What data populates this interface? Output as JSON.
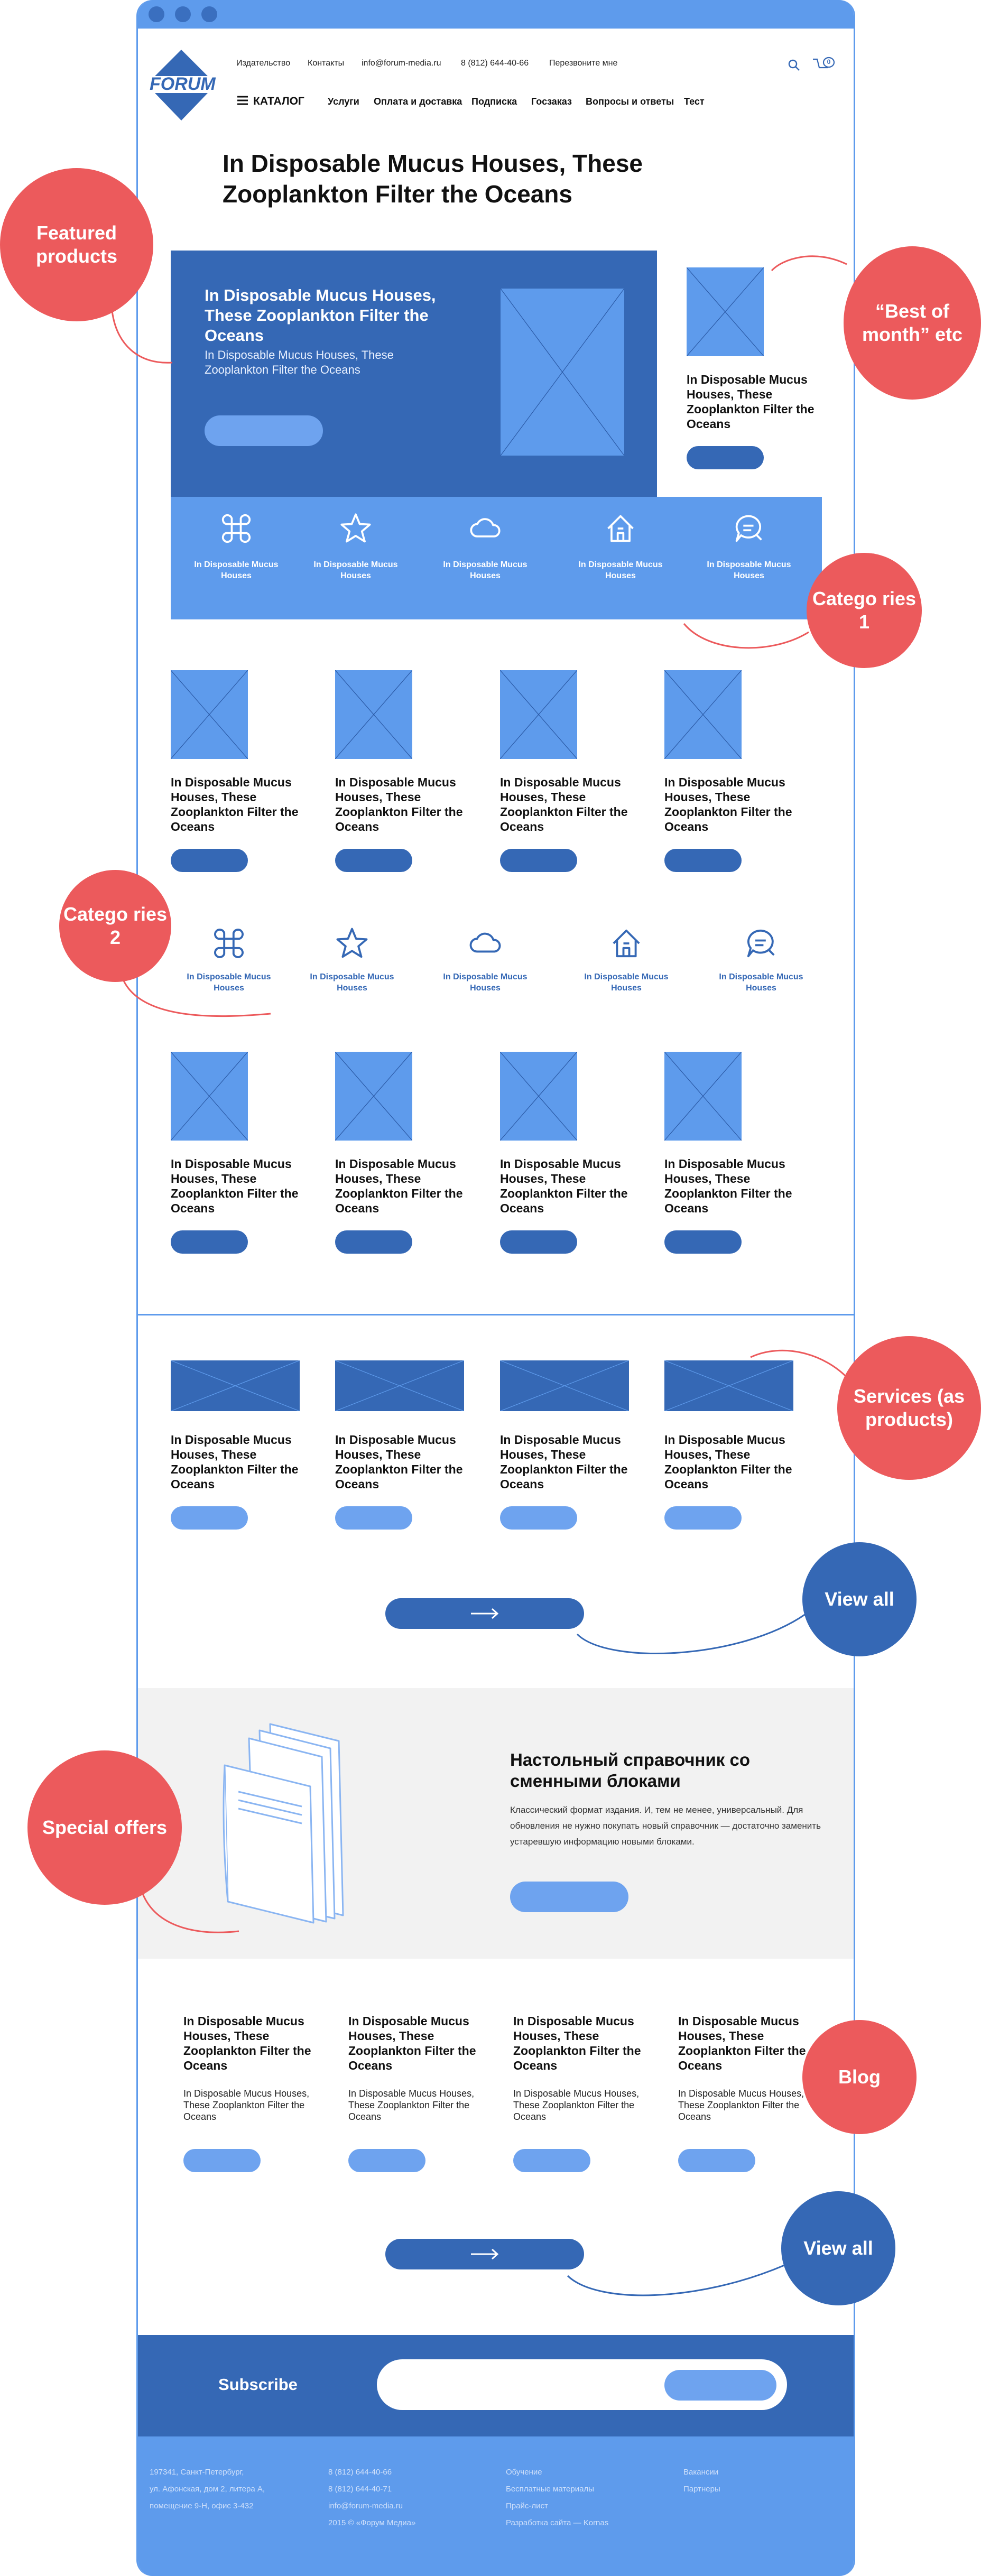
{
  "header": {
    "logo_text": "FORUM",
    "top_links": [
      "Издательство",
      "Контакты",
      "info@forum-media.ru",
      "8 (812) 644-40-66",
      "Перезвоните мне"
    ],
    "cart_count": "0",
    "catalog_label": "КАТАЛОГ",
    "nav": [
      "Услуги",
      "Оплата и доставка",
      "Подписка",
      "Госзаказ",
      "Вопросы и ответы",
      "Тест"
    ]
  },
  "page_title": "In Disposable Mucus Houses, These Zooplankton Filter the Oceans",
  "featured": {
    "title": "In Disposable Mucus Houses, These Zooplankton Filter the Oceans",
    "subtitle": "In Disposable Mucus Houses, These Zooplankton Filter the Oceans"
  },
  "best_of_month": {
    "title": "In Disposable Mucus Houses, These Zooplankton Filter the Oceans"
  },
  "categories1": [
    {
      "icon": "command-icon",
      "label": "In Disposable Mucus Houses"
    },
    {
      "icon": "star-icon",
      "label": "In Disposable Mucus Houses"
    },
    {
      "icon": "cloud-icon",
      "label": "In Disposable Mucus Houses"
    },
    {
      "icon": "home-icon",
      "label": "In Disposable Mucus Houses"
    },
    {
      "icon": "chat-icon",
      "label": "In Disposable Mucus Houses"
    }
  ],
  "products_row1": [
    {
      "title": "In Disposable Mucus Houses, These Zooplankton Filter the Oceans"
    },
    {
      "title": "In Disposable Mucus Houses, These Zooplankton Filter the Oceans"
    },
    {
      "title": "In Disposable Mucus Houses, These Zooplankton Filter the Oceans"
    },
    {
      "title": "In Disposable Mucus Houses, These Zooplankton Filter the Oceans"
    }
  ],
  "categories2": [
    {
      "icon": "command-icon",
      "label": "In Disposable Mucus Houses"
    },
    {
      "icon": "star-icon",
      "label": "In Disposable Mucus Houses"
    },
    {
      "icon": "cloud-icon",
      "label": "In Disposable Mucus Houses"
    },
    {
      "icon": "home-icon",
      "label": "In Disposable Mucus Houses"
    },
    {
      "icon": "chat-icon",
      "label": "In Disposable Mucus Houses"
    }
  ],
  "products_row2": [
    {
      "title": "In Disposable Mucus Houses, These Zooplankton Filter the Oceans"
    },
    {
      "title": "In Disposable Mucus Houses, These Zooplankton Filter the Oceans"
    },
    {
      "title": "In Disposable Mucus Houses, These Zooplankton Filter the Oceans"
    },
    {
      "title": "In Disposable Mucus Houses, These Zooplankton Filter the Oceans"
    }
  ],
  "services": [
    {
      "title": "In Disposable Mucus Houses, These Zooplankton Filter the Oceans"
    },
    {
      "title": "In Disposable Mucus Houses, These Zooplankton Filter the Oceans"
    },
    {
      "title": "In Disposable Mucus Houses, These Zooplankton Filter the Oceans"
    },
    {
      "title": "In Disposable Mucus Houses, These Zooplankton Filter the Oceans"
    }
  ],
  "special_offer": {
    "title": "Настольный справочник со сменными блоками",
    "text": "Классический формат издания. И, тем не менее, универсальный. Для обновления не нужно покупать новый справочник — достаточно заменить устаревшую информацию новыми блоками."
  },
  "blog": [
    {
      "title": "In Disposable Mucus Houses, These Zooplankton Filter the Oceans",
      "excerpt": "In Disposable Mucus Houses, These Zooplankton Filter the Oceans"
    },
    {
      "title": "In Disposable Mucus Houses, These Zooplankton Filter the Oceans",
      "excerpt": "In Disposable Mucus Houses, These Zooplankton Filter the Oceans"
    },
    {
      "title": "In Disposable Mucus Houses, These Zooplankton Filter the Oceans",
      "excerpt": "In Disposable Mucus Houses, These Zooplankton Filter the Oceans"
    },
    {
      "title": "In Disposable Mucus Houses, These Zooplankton Filter the Oceans",
      "excerpt": "In Disposable Mucus Houses, These Zooplankton Filter the Oceans"
    }
  ],
  "subscribe": {
    "label": "Subscribe"
  },
  "footer": {
    "col1": [
      "197341, Санкт-Петербург,",
      "ул. Афонская, дом 2, литера А,",
      "помещение 9-Н, офис 3-432"
    ],
    "col2": [
      "8 (812) 644-40-66",
      "8 (812) 644-40-71",
      "info@forum-media.ru",
      "2015 © «Форум Медиа»"
    ],
    "col3": [
      "Обучение",
      "Бесплатные материалы",
      "Прайс-лист",
      "Разработка сайта — Kornas"
    ],
    "col4": [
      "Вакансии",
      "Партнеры"
    ]
  },
  "annotations": {
    "featured": "Featured products",
    "best": "“Best of month” etc",
    "cat1": "Catego ries 1",
    "cat2": "Catego ries 2",
    "services": "Services (as products)",
    "viewall1": "View all",
    "special": "Special offers",
    "blog": "Blog",
    "viewall2": "View all"
  },
  "colors": {
    "primary_dark": "#3568b5",
    "primary_light": "#5e9bec",
    "annotation_red": "#ec5a5c"
  }
}
